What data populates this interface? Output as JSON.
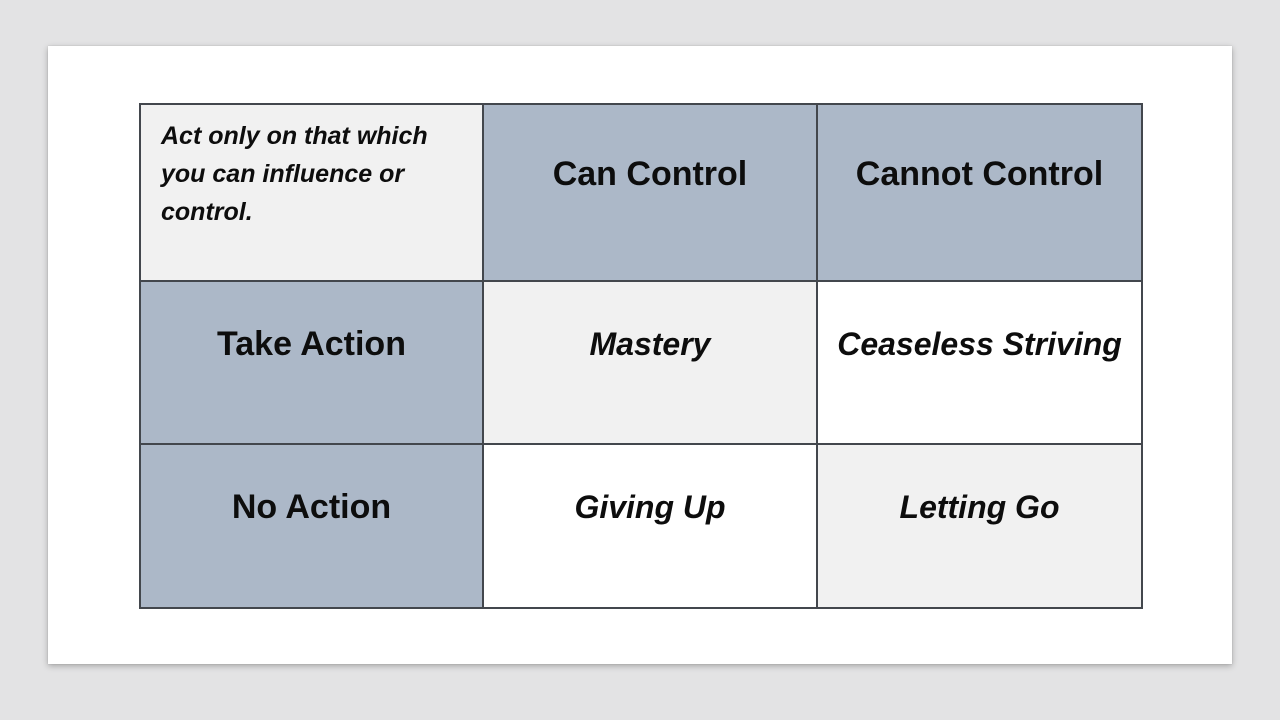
{
  "slide": {
    "description": "Control matrix slide"
  },
  "matrix": {
    "intro": "Act only on that which\nyou can influence or\ncontrol.",
    "col_headers": [
      "Can Control",
      "Cannot Control"
    ],
    "row_headers": [
      "Take Action",
      "No Action"
    ],
    "cells": [
      [
        "Mastery",
        "Ceaseless Striving"
      ],
      [
        "Giving Up",
        "Letting Go"
      ]
    ]
  },
  "colors": {
    "page_bg": "#E3E3E4",
    "slide_bg": "#FFFFFF",
    "header_bg": "#ACB8C8",
    "light_bg": "#F1F1F1",
    "white_bg": "#FFFFFF",
    "border": "#43474D",
    "text": "#0D0D0D"
  }
}
